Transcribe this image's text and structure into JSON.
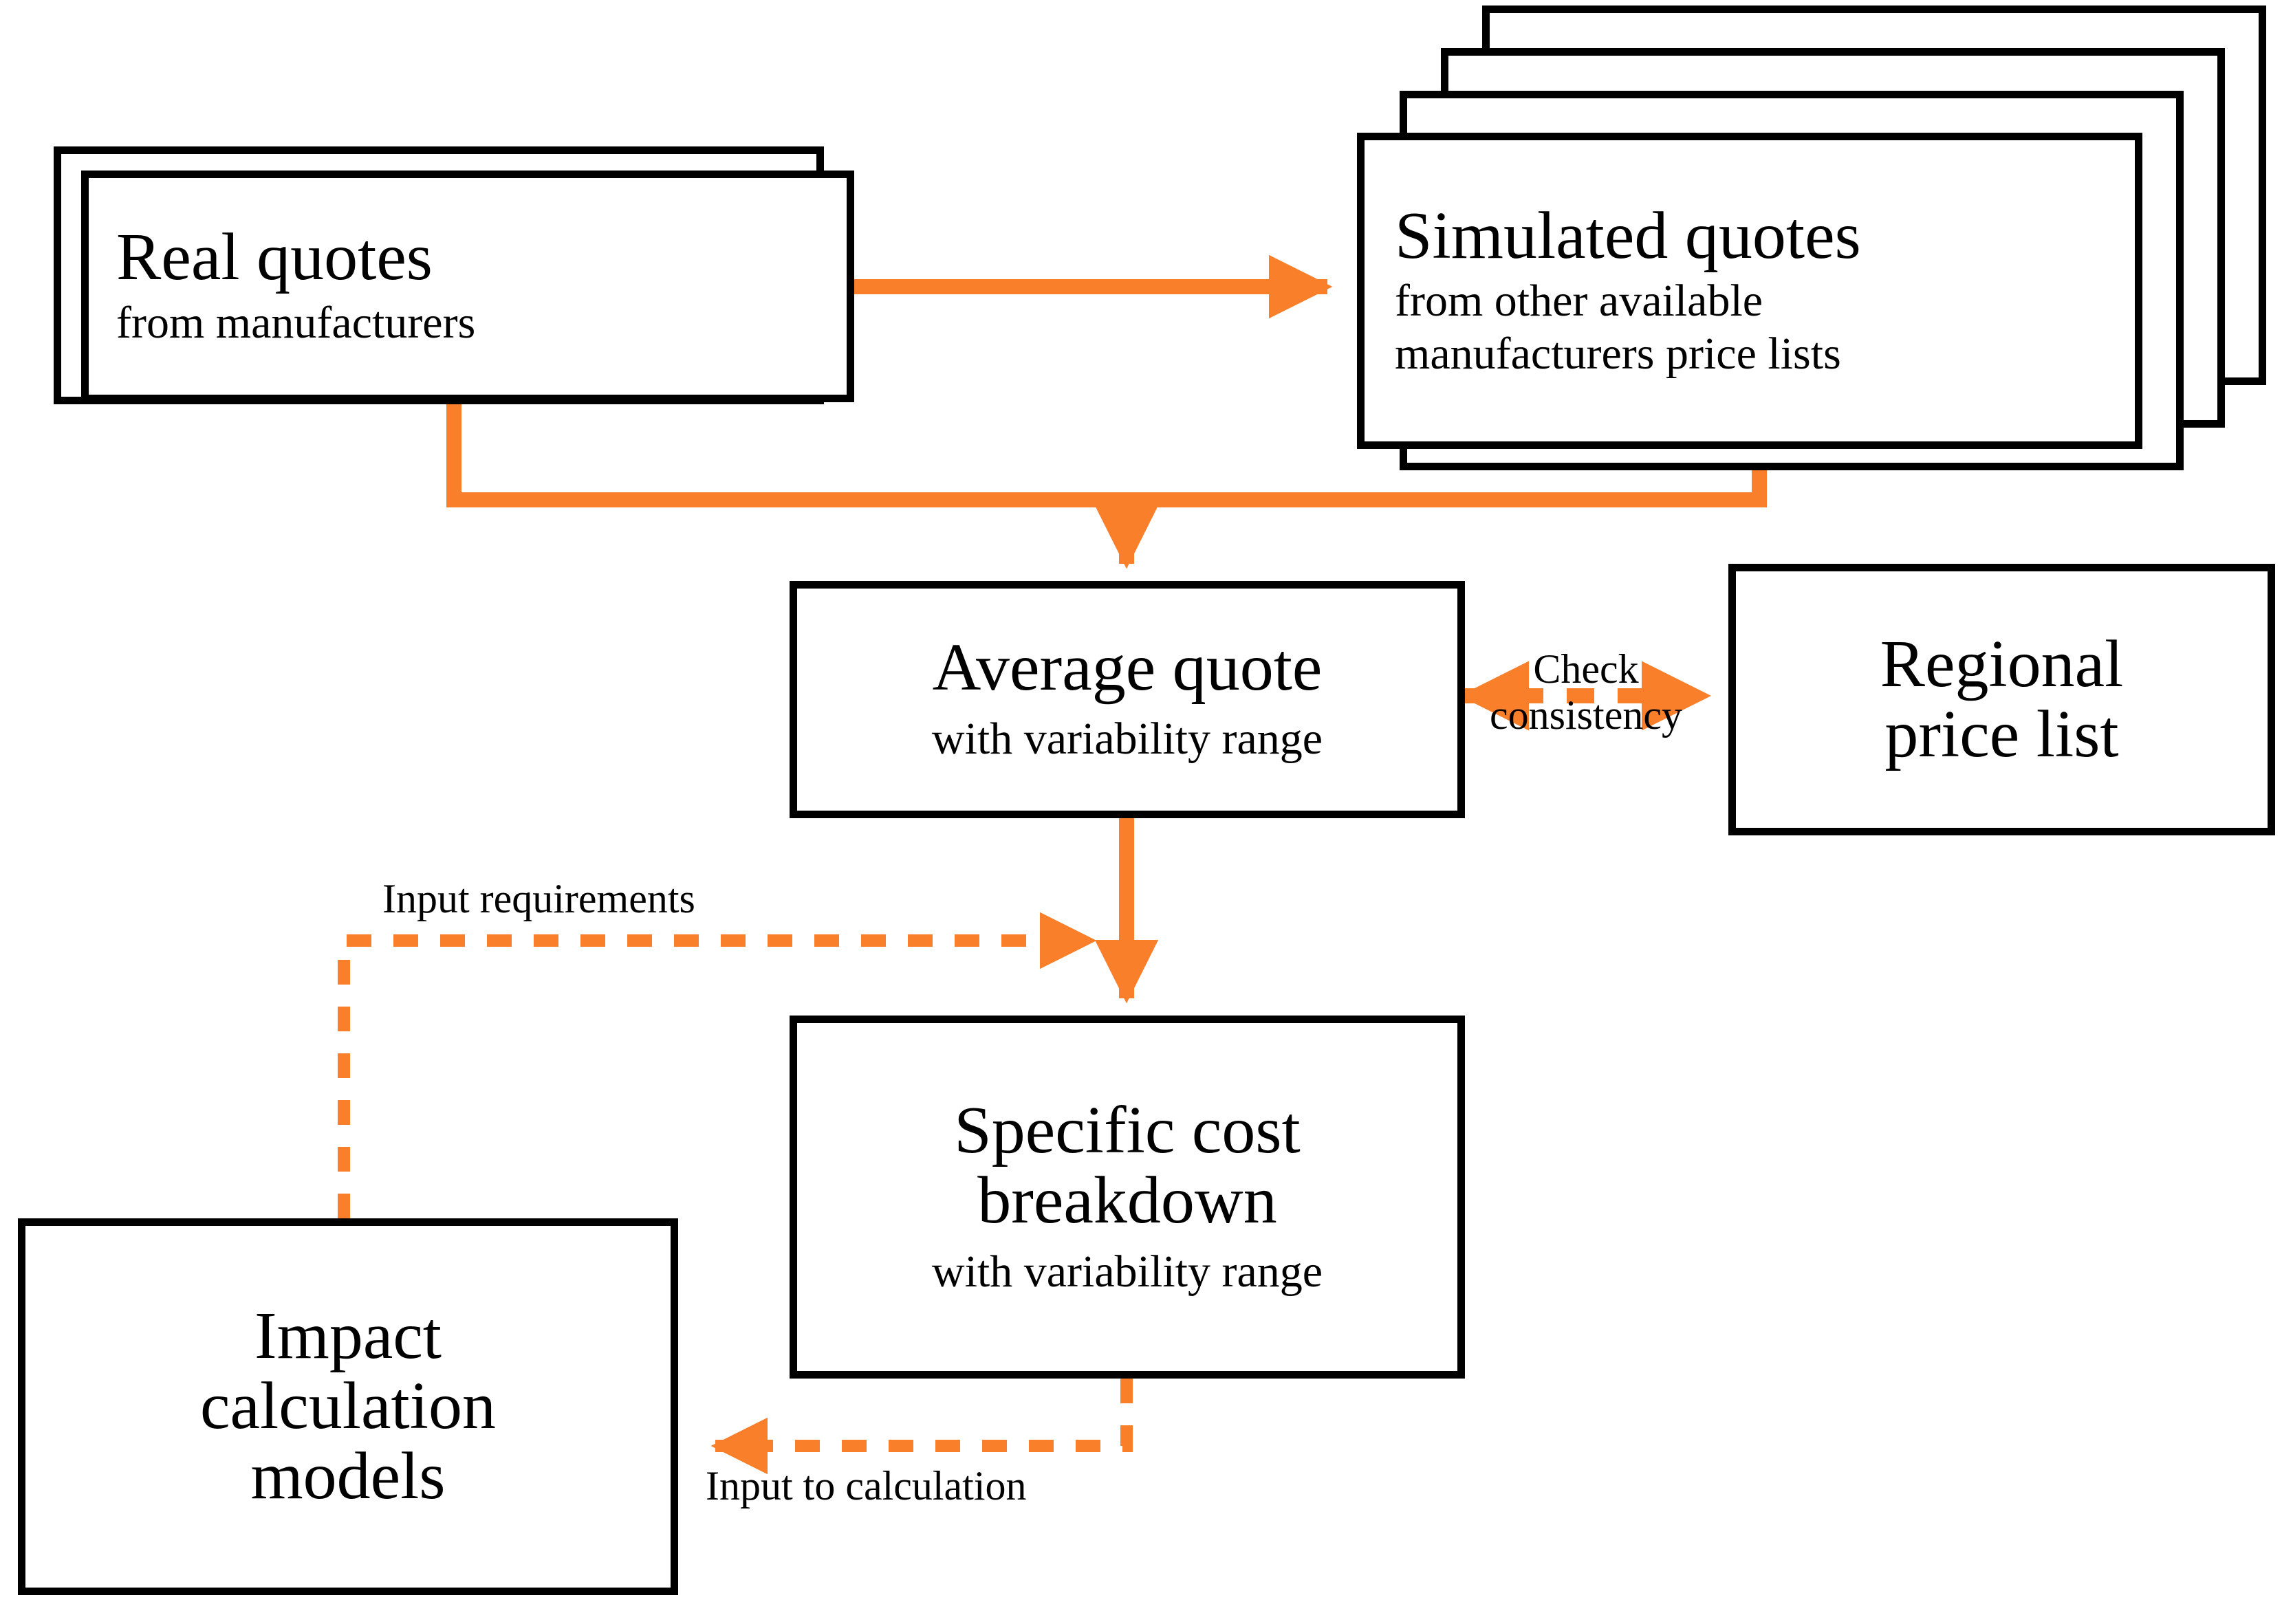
{
  "diagram": {
    "title": "Quote estimation and cost breakdown process flow",
    "accent_color": "#F97F2B",
    "line_color": "#000000",
    "background": "#ffffff",
    "nodes": [
      {
        "id": "real-quotes",
        "title": "Real quotes",
        "subtitle": "from manufacturers",
        "stacked": true,
        "stack_count": 2
      },
      {
        "id": "simulated-quotes",
        "title": "Simulated quotes",
        "subtitle_line1": "from other available",
        "subtitle_line2": "manufacturers price lists",
        "stacked": true,
        "stack_count": 4
      },
      {
        "id": "average-quote",
        "title": "Average quote",
        "subtitle": "with variability range",
        "stacked": false
      },
      {
        "id": "regional-price-list",
        "title_line1": "Regional",
        "title_line2": "price list",
        "stacked": false
      },
      {
        "id": "specific-cost-breakdown",
        "title_line1": "Specific cost",
        "title_line2": "breakdown",
        "subtitle": "with variability range",
        "stacked": false
      },
      {
        "id": "impact-calculation-models",
        "title_line1": "Impact",
        "title_line2": "calculation",
        "title_line3": "models",
        "stacked": false
      }
    ],
    "edges": [
      {
        "id": "real-to-simulated",
        "from": "real-quotes",
        "to": "simulated-quotes",
        "style": "solid",
        "arrow": "single",
        "label": ""
      },
      {
        "id": "merge-to-average",
        "from": "real-quotes + simulated-quotes",
        "to": "average-quote",
        "style": "solid",
        "arrow": "single",
        "label": ""
      },
      {
        "id": "average-to-specific",
        "from": "average-quote",
        "to": "specific-cost-breakdown",
        "style": "solid",
        "arrow": "single",
        "label": ""
      },
      {
        "id": "check-consistency",
        "from": "average-quote",
        "to": "regional-price-list",
        "style": "dashed",
        "arrow": "double",
        "label_line1": "Check",
        "label_line2": "consistency"
      },
      {
        "id": "input-requirements",
        "from": "impact-calculation-models",
        "to": "average-to-specific connector",
        "style": "dashed",
        "arrow": "single",
        "label": "Input requirements"
      },
      {
        "id": "input-to-calculation",
        "from": "specific-cost-breakdown",
        "to": "impact-calculation-models",
        "style": "dashed",
        "arrow": "single",
        "label": "Input to calculation"
      }
    ]
  }
}
